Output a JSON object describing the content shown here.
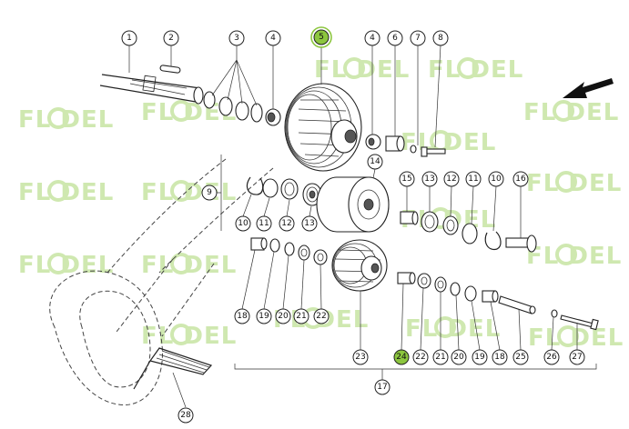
{
  "watermark": {
    "text": "FL DEL"
  },
  "colors": {
    "highlight": "#8cc63e",
    "watermark": "#cfe8b0",
    "line": "#222222"
  },
  "callouts": {
    "c1": "1",
    "c2": "2",
    "c3": "3",
    "c4a": "4",
    "c5": "5",
    "c4b": "4",
    "c6": "6",
    "c7": "7",
    "c8": "8",
    "c9": "9",
    "c10a": "10",
    "c11a": "11",
    "c12a": "12",
    "c13a": "13",
    "c14": "14",
    "c15": "15",
    "c13b": "13",
    "c12b": "12",
    "c11b": "11",
    "c10b": "10",
    "c16": "16",
    "c18a": "18",
    "c19a": "19",
    "c20a": "20",
    "c21a": "21",
    "c22a": "22",
    "c23": "23",
    "c24": "24",
    "c22b": "22",
    "c21b": "21",
    "c20b": "20",
    "c19b": "19",
    "c18b": "18",
    "c25": "25",
    "c26": "26",
    "c27": "27",
    "c17": "17",
    "c28": "28"
  },
  "icons": {
    "direction": "direction-arrow-icon",
    "watermark": "gear-icon"
  }
}
